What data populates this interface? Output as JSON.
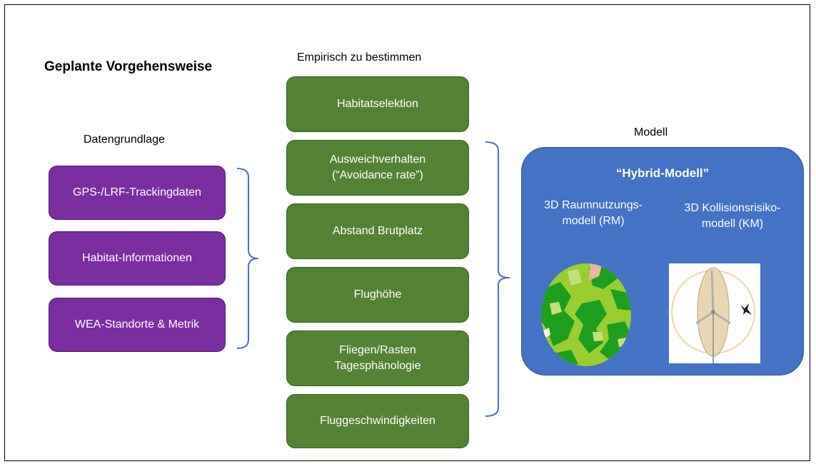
{
  "title": "Geplante Vorgehensweise",
  "datengrundlage": {
    "heading": "Datengrundlage",
    "items": [
      "GPS-/LRF-Trackingdaten",
      "Habitat-Informationen",
      "WEA-Standorte & Metrik"
    ]
  },
  "empirisch": {
    "heading": "Empirisch zu bestimmen",
    "items": [
      {
        "line1": "Habitatselektion",
        "line2": ""
      },
      {
        "line1": "Ausweichverhalten",
        "line2": "(“Avoidance rate”)"
      },
      {
        "line1": "Abstand Brutplatz",
        "line2": ""
      },
      {
        "line1": "Flughöhe",
        "line2": ""
      },
      {
        "line1": "Fliegen/Rasten",
        "line2": "Tagesphänologie"
      },
      {
        "line1": "Fluggeschwindigkeiten",
        "line2": ""
      }
    ]
  },
  "modell": {
    "heading": "Modell",
    "title": "“Hybrid-Modell”",
    "rm": {
      "line1": "3D Raumnutzungs-",
      "line2": "modell (RM)"
    },
    "km": {
      "line1": "3D Kollisionsrisiko-",
      "line2": "modell (KM)"
    }
  },
  "colors": {
    "purple": "#7b2ea0",
    "green": "#548235",
    "blue": "#4472c4",
    "bracket": "#4472c4"
  }
}
